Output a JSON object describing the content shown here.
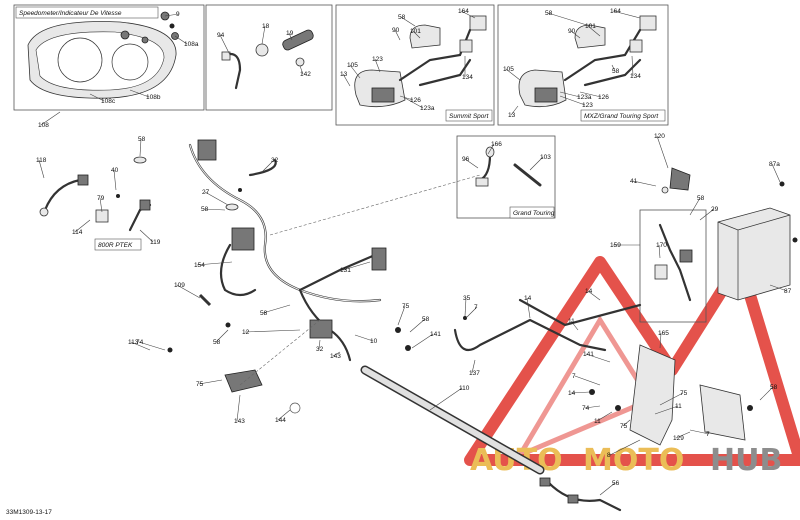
{
  "diagram": {
    "reference_code": "33M1309-13-17",
    "boxes": [
      {
        "id": "speedometer",
        "title": "Speedometer/Indicateur De Vitesse"
      },
      {
        "id": "summit",
        "title": "Summit Sport"
      },
      {
        "id": "mxz",
        "title": "MXZ/Grand Touring Sport"
      },
      {
        "id": "grand-touring",
        "title": "Grand Touring"
      },
      {
        "id": "ptek",
        "title": "800R PTEK"
      }
    ],
    "labels": [
      "9",
      "108a",
      "108b",
      "108c",
      "108",
      "94",
      "18",
      "19",
      "142",
      "58",
      "164",
      "90",
      "101",
      "123",
      "105",
      "13",
      "126",
      "123a",
      "134",
      "58",
      "164",
      "101",
      "90",
      "58",
      "105",
      "13",
      "123",
      "123a",
      "126",
      "134",
      "58",
      "118",
      "40",
      "79",
      "114",
      "119",
      "27",
      "58",
      "32",
      "166",
      "96",
      "103",
      "120",
      "41",
      "87a",
      "58",
      "29",
      "87",
      "159",
      "170",
      "109",
      "74",
      "58",
      "154",
      "58",
      "131",
      "32",
      "10",
      "12",
      "35",
      "7",
      "14",
      "75",
      "58",
      "141",
      "11",
      "7",
      "75",
      "14",
      "74",
      "11",
      "113",
      "165",
      "143",
      "144",
      "110",
      "137",
      "141",
      "8",
      "129",
      "58",
      "56",
      "143",
      "7",
      "14",
      "75",
      "11",
      "75"
    ],
    "watermark": {
      "word_1": "AUTO",
      "word_2": "MOTO",
      "word_3": "HUB"
    },
    "colors": {
      "watermark_red": "#e0342c",
      "watermark_gold": "#e8b23a",
      "watermark_gray": "#7a7a7a",
      "line": "#444444"
    }
  }
}
